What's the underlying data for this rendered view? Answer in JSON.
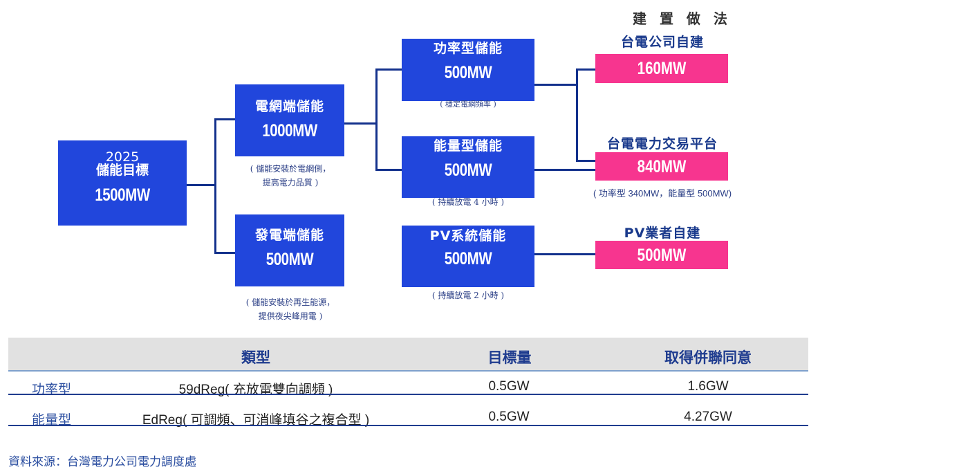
{
  "diagram": {
    "root": {
      "year": "2025",
      "title": "儲能目標",
      "value": "1500MW"
    },
    "grid_side": {
      "title": "電網端儲能",
      "value": "1000MW",
      "note_line1": "( 儲能安裝於電網側，",
      "note_line2": "提高電力品質 )"
    },
    "gen_side": {
      "title": "發電端儲能",
      "value": "500MW",
      "note_line1": "( 儲能安裝於再生能源，",
      "note_line2": "提供夜尖峰用電 )"
    },
    "power_type": {
      "title": "功率型儲能",
      "value": "500MW",
      "note": "( 穩定電網頻率 )"
    },
    "energy_type": {
      "title": "能量型儲能",
      "value": "500MW",
      "note": "( 持續放電 4 小時 )"
    },
    "pv_system": {
      "title": "PV系統儲能",
      "value": "500MW",
      "note": "( 持續放電 2 小時 )"
    },
    "method_heading": "建 置 做 法",
    "taipower_self": {
      "label": "台電公司自建",
      "value": "160MW"
    },
    "trading_platform": {
      "label": "台電電力交易平台",
      "value": "840MW",
      "note": "( 功率型  340MW，能量型  500MW)"
    },
    "pv_operator": {
      "label": "PV業者自建",
      "value": "500MW"
    },
    "colors": {
      "blue_box": "#2146dc",
      "pink_box": "#f7358f",
      "connector": "#13318c"
    }
  },
  "table": {
    "headers": [
      "類型",
      "目標量",
      "取得併聯同意"
    ],
    "rows": [
      {
        "category": "功率型",
        "type": "59dReg( 充放電雙向調頻 )",
        "target": "0.5GW",
        "approved": "1.6GW"
      },
      {
        "category": "能量型",
        "type": "EdReg( 可調頻、可消峰填谷之複合型 )",
        "target": "0.5GW",
        "approved": "4.27GW"
      }
    ]
  },
  "source": "資料來源：台灣電力公司電力調度處"
}
